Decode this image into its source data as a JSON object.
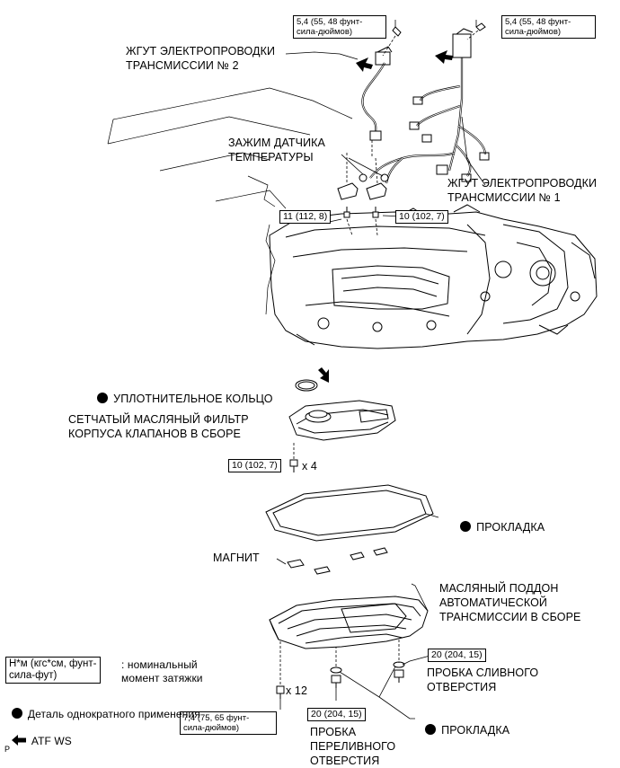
{
  "labels": {
    "harness2": "ЖГУТ ЭЛЕКТРОПРОВОДКИ\nТРАНСМИССИИ № 2",
    "temp_clamp": "ЗАЖИМ ДАТЧИКА\nТЕМПЕРАТУРЫ",
    "harness1": "ЖГУТ ЭЛЕКТРОПРОВОДКИ\nТРАНСМИССИИ № 1",
    "o_ring": "УПЛОТНИТЕЛЬНОЕ КОЛЬЦО",
    "strainer": "СЕТЧАТЫЙ МАСЛЯНЫЙ ФИЛЬТР\nКОРПУСА КЛАПАНОВ В СБОРЕ",
    "gasket_pan": "ПРОКЛАДКА",
    "magnet": "МАГНИТ",
    "oil_pan": "МАСЛЯНЫЙ ПОДДОН\nАВТОМАТИЧЕСКОЙ\nТРАНСМИССИИ В СБОРЕ",
    "drain_plug": "ПРОБКА СЛИВНОГО\nОТВЕРСТИЯ",
    "overflow_plug": "ПРОБКА\nПЕРЕЛИВНОГО\nОТВЕРСТИЯ",
    "gasket_plugs": "ПРОКЛАДКА",
    "qty_strainer_bolts": "x 4",
    "qty_pan_bolts": "x 12"
  },
  "torques": {
    "t_left_top": "5,4 (55, 48 фунт-\nсила-дюймов)",
    "t_right_top": "5,4 (55, 48 фунт-\nсила-дюймов)",
    "t_clamp_left": "11 (112, 8)",
    "t_clamp_right": "10 (102, 7)",
    "t_strainer": "10 (102, 7)",
    "t_drain": "20 (204, 15)",
    "t_overflow": "20 (204, 15)",
    "t_pan": "7,4 (75, 65 фунт-\nсила-дюймов)"
  },
  "legend": {
    "torque_box": "Н*м (кгс*см, фунт-\nсила-фут)",
    "torque_text": ": номинальный\nмомент затяжки",
    "non_reusable": "Деталь однократного применения",
    "atf": "ATF WS"
  },
  "footer": "P"
}
